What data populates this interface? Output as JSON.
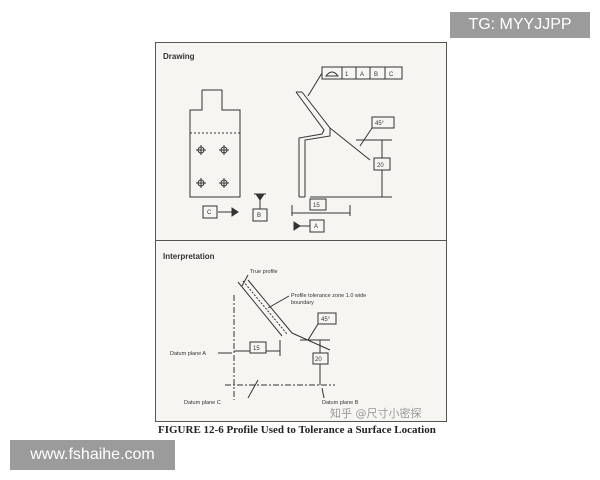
{
  "badges": {
    "tg": "TG: MYYJJPP",
    "site": "www.fshaihe.com"
  },
  "drawing": {
    "title": "Drawing",
    "control_frame": [
      "1",
      "A",
      "B",
      "C"
    ],
    "angle": "45°",
    "dim_vertical": "20",
    "dim_horizontal": "15",
    "datum_c": "C",
    "datum_b": "B",
    "datum_a": "A"
  },
  "interpretation": {
    "title": "Interpretation",
    "true_profile": "True profile",
    "zone_label_line1": "Profile tolerance zone 1.0 wide",
    "zone_label_line2": "boundary",
    "angle": "45°",
    "dim_horizontal": "15",
    "dim_vertical": "20",
    "datum_plane_a": "Datum plane A",
    "datum_plane_b": "Datum plane B",
    "datum_plane_c": "Datum plane C"
  },
  "caption": "FIGURE 12-6 Profile Used to Tolerance a Surface Location",
  "watermark": "知乎 @尺寸小密探"
}
